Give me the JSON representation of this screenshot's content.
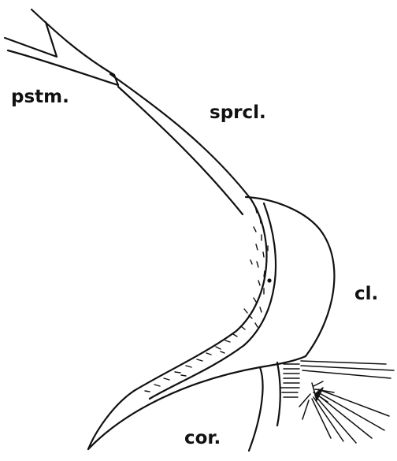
{
  "figure": {
    "labels": {
      "pstm": "pstm.",
      "sprcl": "sprcl.",
      "cl": "cl.",
      "cor": "cor."
    },
    "ink_color": "#111111",
    "background_color": "#ffffff"
  }
}
